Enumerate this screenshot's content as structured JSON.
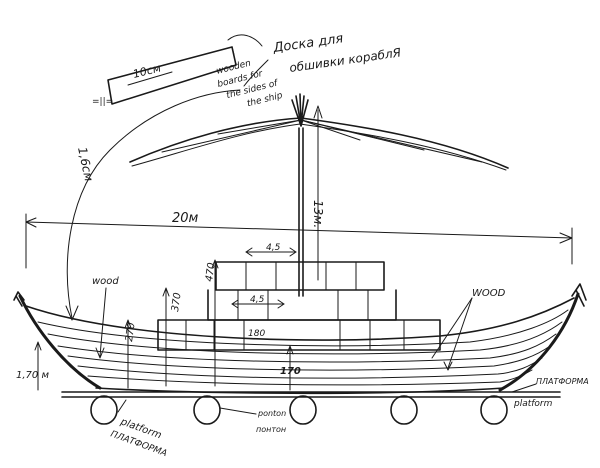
{
  "labels": {
    "plank_width": "10см",
    "plank_thickness": "1,6см",
    "plank_gap": "=||=",
    "doska_line1": "Доска для",
    "doska_line2": "обшивки кораблЯ",
    "wooden_line1": "wooden",
    "wooden_line2": "boards for",
    "wooden_line3": "the sides of",
    "wooden_line4": "the ship",
    "mast_height": "13м.",
    "length": "20м",
    "cabin_width_top": "4,5",
    "cabin_width_mid": "4,5",
    "h_470": "470",
    "h_370": "370",
    "h_270": "270",
    "h_180": "180",
    "h_170": "170",
    "hull_height": "1,70 м",
    "wood_left": "wood",
    "wood_right": "WOOD",
    "platform_ru_right": "ПЛАТФОРМА",
    "platform_en_right": "platform",
    "platform_en_left": "platform",
    "platform_ru_left": "ПЛАТФОРМА",
    "ponton_en": "ponton",
    "ponton_ru": "понтон"
  }
}
